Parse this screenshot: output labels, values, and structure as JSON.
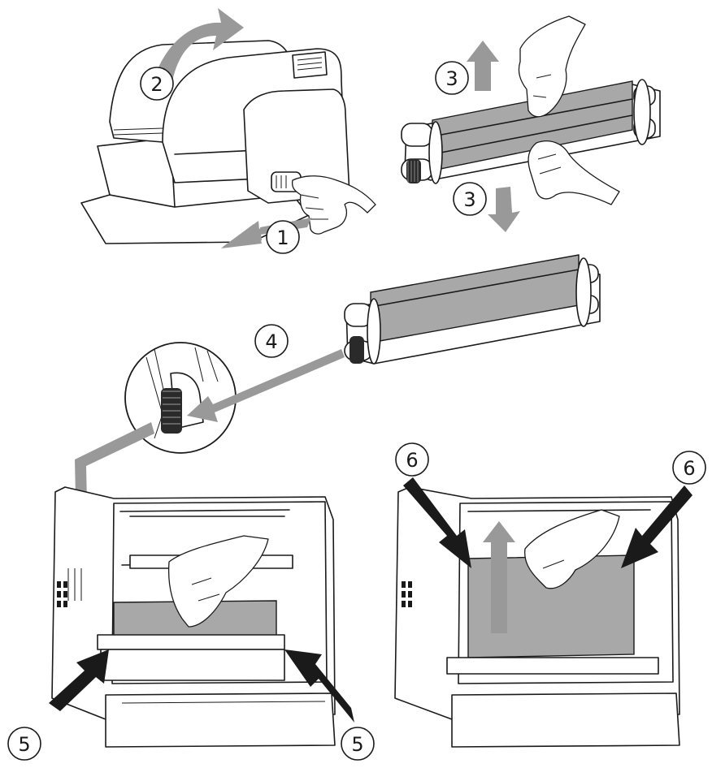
{
  "steps": [
    {
      "id": "1",
      "label": "1"
    },
    {
      "id": "2",
      "label": "2"
    },
    {
      "id": "3a",
      "label": "3"
    },
    {
      "id": "3b",
      "label": "3"
    },
    {
      "id": "4",
      "label": "4"
    },
    {
      "id": "5a",
      "label": "5"
    },
    {
      "id": "5b",
      "label": "5"
    },
    {
      "id": "6a",
      "label": "6"
    },
    {
      "id": "6b",
      "label": "6"
    }
  ],
  "colors": {
    "arrow_gray": "#999999",
    "arrow_black": "#1a1a1a",
    "film_gray": "#a8a8a8",
    "line": "#1a1a1a"
  },
  "icons": [
    "curved-arrow-icon",
    "straight-arrow-icon",
    "hand-icon",
    "ribbon-cartridge-icon",
    "printer-icon",
    "gear-icon"
  ]
}
